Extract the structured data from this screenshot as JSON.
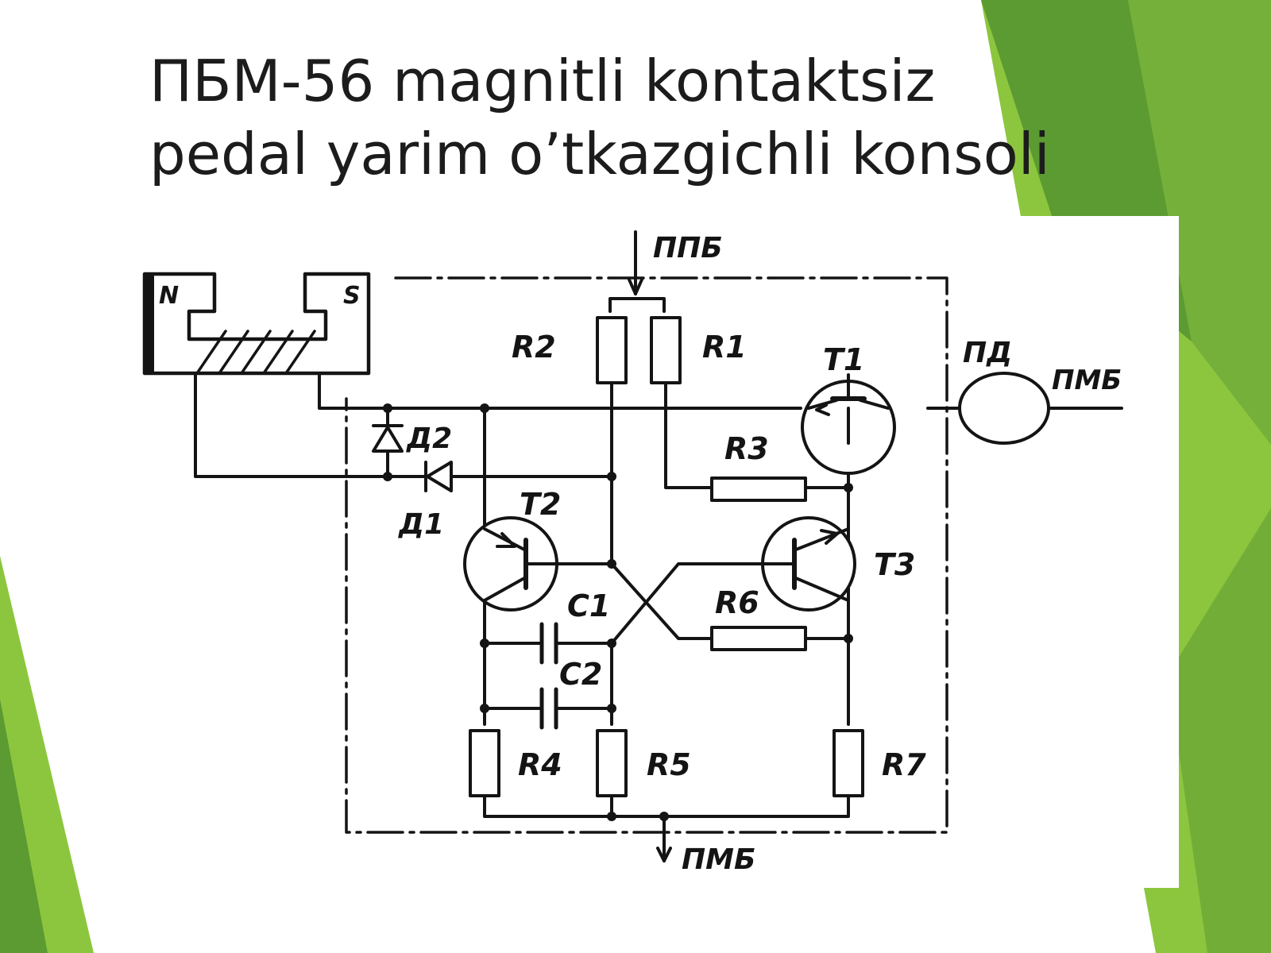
{
  "slide": {
    "title_line1": "ПБМ-56 magnitli kontaktsiz",
    "title_line2": "pedal yarim o’tkazgichli konsoli"
  },
  "theme": {
    "accent_green": "#8cc63e",
    "dark_green": "#5c9a32",
    "mid_green": "#74b03a"
  },
  "schematic": {
    "magnet": {
      "north": "N",
      "south": "S"
    },
    "inputs": {
      "top_terminal": "ППБ",
      "bottom_terminal": "ПМБ",
      "right_terminal": "ПМБ",
      "pd_device": "ПД"
    },
    "resistors": {
      "r1": "R1",
      "r2": "R2",
      "r3": "R3",
      "r4": "R4",
      "r5": "R5",
      "r6": "R6",
      "r7": "R7"
    },
    "transistors": {
      "t1": "T1",
      "t2": "T2",
      "t3": "T3"
    },
    "capacitors": {
      "c1": "C1",
      "c2": "C2"
    },
    "diodes": {
      "d1": "Д1",
      "d2": "Д2"
    }
  }
}
